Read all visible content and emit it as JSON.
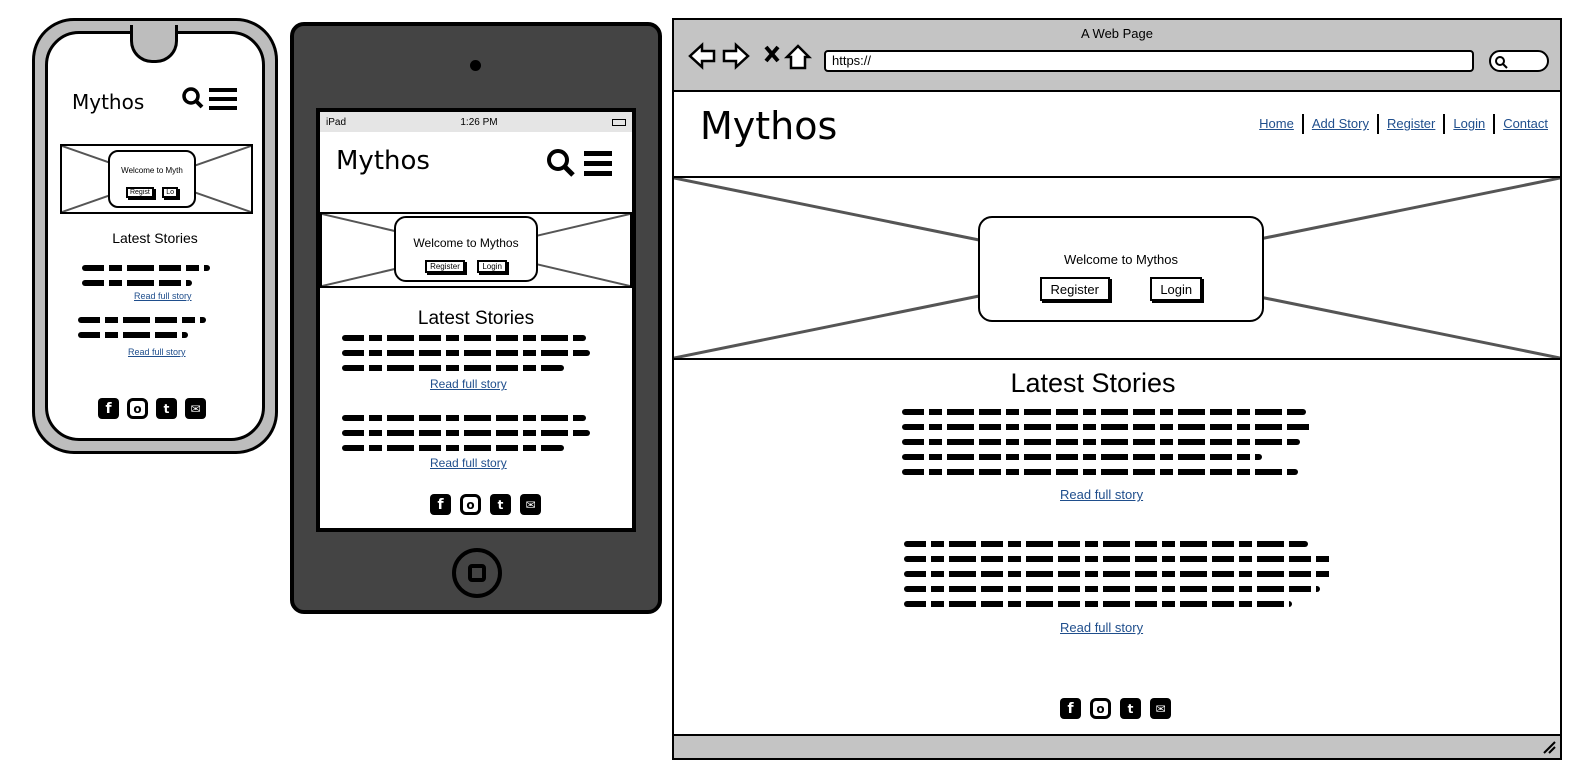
{
  "phone": {
    "brand": "Mythos",
    "hero_text": "Welcome to Myth",
    "register_label": "Regist",
    "login_label": "Lo",
    "section_title": "Latest Stories",
    "read_more": "Read full story"
  },
  "tablet": {
    "status_left": "iPad",
    "status_time": "1:26 PM",
    "brand": "Mythos",
    "hero_text": "Welcome to Mythos",
    "register_label": "Register",
    "login_label": "Login",
    "section_title": "Latest Stories",
    "read_more": "Read full story"
  },
  "browser": {
    "window_title": "A Web Page",
    "url": "https://",
    "brand": "Mythos",
    "nav": [
      "Home",
      "Add Story",
      "Register",
      "Login",
      "Contact"
    ],
    "hero_text": "Welcome to Mythos",
    "register_label": "Register",
    "login_label": "Login",
    "section_title": "Latest Stories",
    "read_more": "Read full story"
  },
  "icons": {
    "search": "search-icon",
    "menu": "hamburger-menu-icon",
    "social": [
      "facebook-icon",
      "instagram-icon",
      "twitter-icon",
      "email-icon"
    ],
    "browser_controls": [
      "back-icon",
      "forward-icon",
      "close-icon",
      "home-icon"
    ]
  }
}
